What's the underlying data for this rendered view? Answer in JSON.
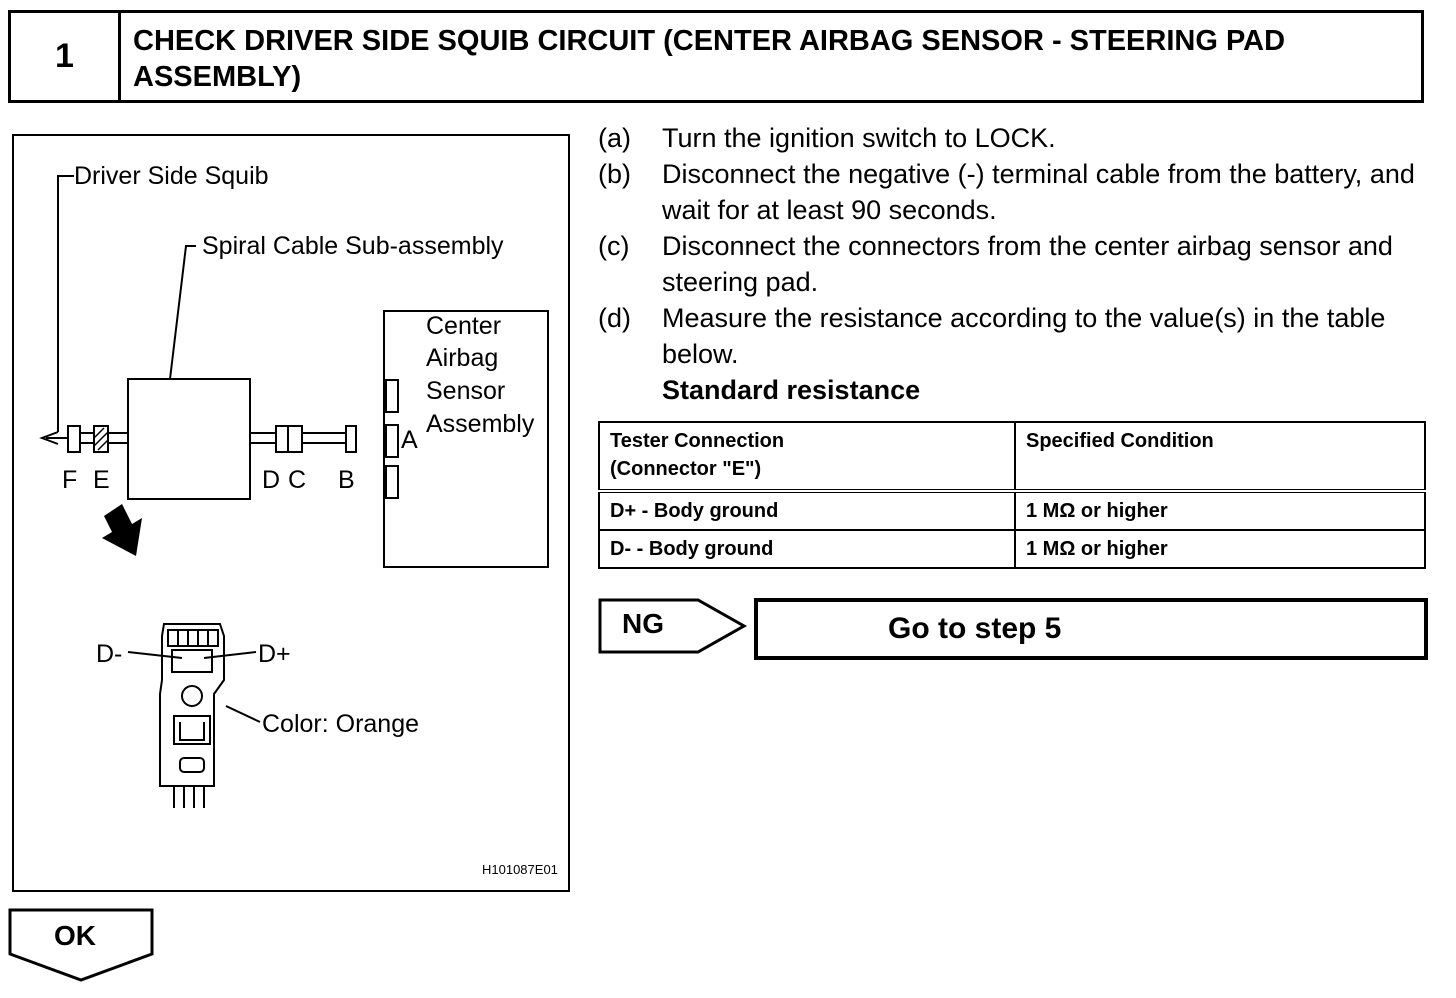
{
  "header": {
    "step_number": "1",
    "title": "CHECK DRIVER SIDE SQUIB CIRCUIT (CENTER AIRBAG SENSOR - STEERING PAD ASSEMBLY)"
  },
  "figure": {
    "driver_side_squib": "Driver Side Squib",
    "spiral_cable": "Spiral Cable Sub-assembly",
    "center_line1": "Center",
    "center_line2": "Airbag",
    "center_line3": "Sensor",
    "center_line4": "Assembly",
    "conn_f": "F",
    "conn_e": "E",
    "conn_d": "D",
    "conn_c": "C",
    "conn_b": "B",
    "conn_a": "A",
    "d_minus": "D-",
    "d_plus": "D+",
    "color_label": "Color: Orange",
    "figure_code": "H101087E01"
  },
  "steps": [
    {
      "letter": "(a)",
      "text": "Turn the ignition switch to LOCK."
    },
    {
      "letter": "(b)",
      "text": "Disconnect the negative (-) terminal cable from the battery, and wait for at least 90 seconds."
    },
    {
      "letter": "(c)",
      "text": "Disconnect the connectors from the center airbag sensor and steering pad."
    },
    {
      "letter": "(d)",
      "text": "Measure the resistance according to the value(s) in the table below."
    }
  ],
  "standard_title": "Standard resistance",
  "table": {
    "header_col1_line1": "Tester Connection",
    "header_col1_line2": "(Connector \"E\")",
    "header_col2": "Specified Condition",
    "rows": [
      {
        "connection": "D+ - Body ground",
        "condition": "1 MΩ or higher"
      },
      {
        "connection": "D- - Body ground",
        "condition": "1 MΩ or higher"
      }
    ]
  },
  "ng": {
    "label": "NG",
    "action": "Go to step 5"
  },
  "ok": {
    "label": "OK"
  }
}
